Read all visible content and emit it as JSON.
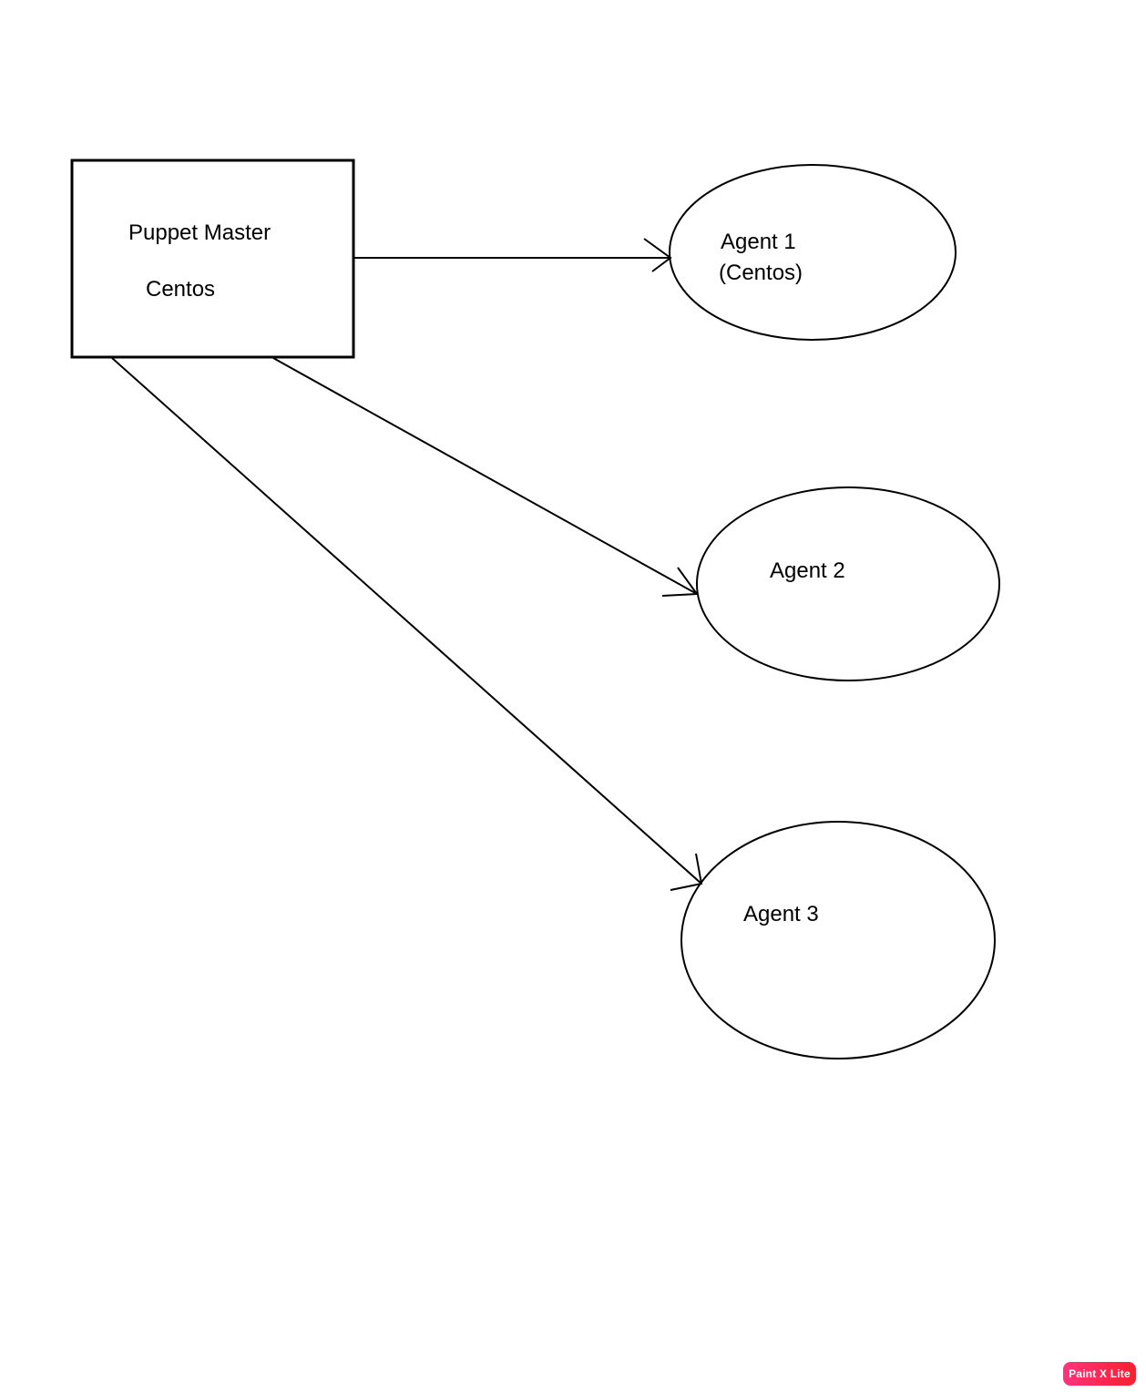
{
  "diagram": {
    "background": "#ffffff",
    "stroke_color": "#000000",
    "nodes": [
      {
        "id": "puppet-master",
        "shape": "rectangle",
        "lines": [
          "Puppet Master",
          "Centos"
        ]
      },
      {
        "id": "agent-1",
        "shape": "ellipse",
        "lines": [
          "Agent 1",
          "(Centos)"
        ]
      },
      {
        "id": "agent-2",
        "shape": "ellipse",
        "lines": [
          "Agent 2"
        ]
      },
      {
        "id": "agent-3",
        "shape": "ellipse",
        "lines": [
          "Agent 3"
        ]
      }
    ],
    "edges": [
      {
        "from": "puppet-master",
        "to": "agent-1"
      },
      {
        "from": "puppet-master",
        "to": "agent-2"
      },
      {
        "from": "puppet-master",
        "to": "agent-3"
      }
    ]
  },
  "watermark": {
    "label": "Paint X Lite",
    "gradient_start": "#ff337c",
    "gradient_end": "#f6202e",
    "text_color": "#ffffff"
  }
}
